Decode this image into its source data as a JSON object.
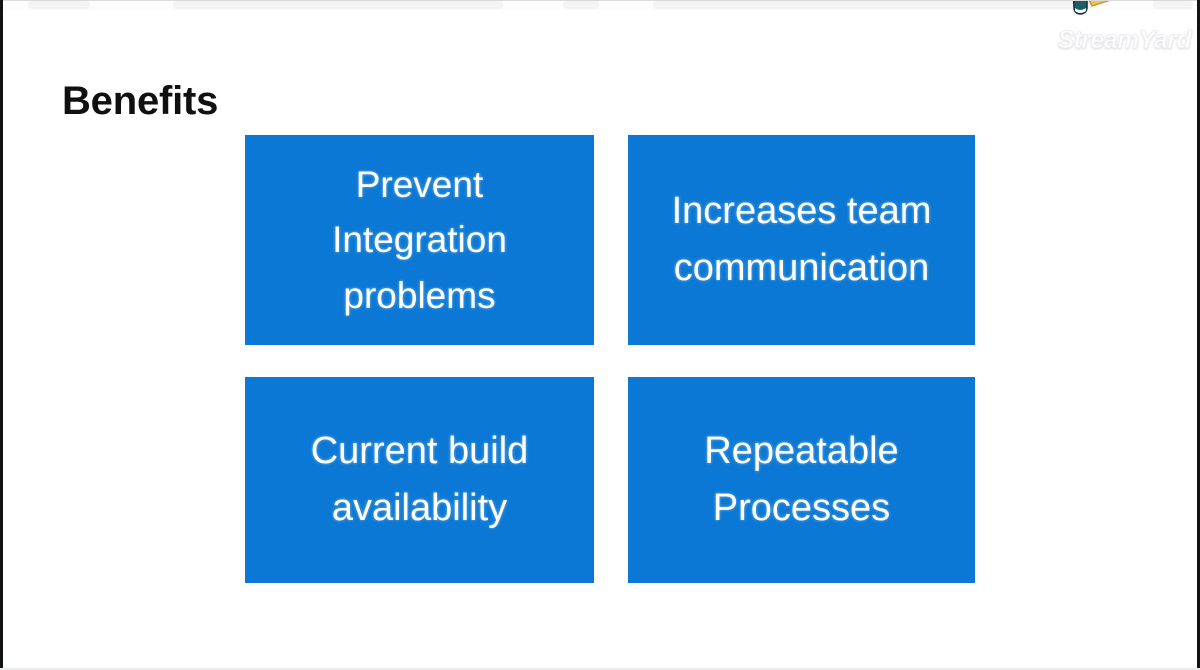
{
  "app": {
    "name": "StreamYard",
    "watermark_text": "StreamYard",
    "logo_icon": "streamyard-logo-icon"
  },
  "slide": {
    "title": "Benefits",
    "background_color": "#ffffff",
    "title_color": "#101010",
    "accent_color": "#0a78d4",
    "card_text_color": "#ffffff",
    "cards": [
      {
        "id": "prevent-integration-problems",
        "text": "Prevent\nIntegration\nproblems"
      },
      {
        "id": "increases-team-communication",
        "text": "Increases team\ncommunication"
      },
      {
        "id": "current-build-availability",
        "text": "Current build\navailability"
      },
      {
        "id": "repeatable-processes",
        "text": "Repeatable\nProcesses"
      }
    ]
  }
}
